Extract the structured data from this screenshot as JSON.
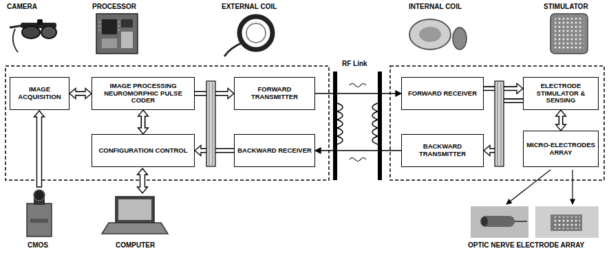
{
  "diagram": {
    "nodes": [
      {
        "text": [
          "IMAGE ACQUISITION"
        ]
      },
      {
        "text": [
          "IMAGE PROCESSING NEUROMORPHIC PULSE CODER"
        ]
      },
      {
        "text": [
          "FORWARD TRANSMITTER"
        ]
      },
      {
        "text": [
          "FORWARD RECEIVER"
        ]
      },
      {
        "text": [
          "ELECTRODE STIMULATOR & SENSING"
        ]
      },
      {
        "text": [
          "CONFIGURATION CONTROL"
        ]
      },
      {
        "text": [
          "BACKWARD RECEIVER"
        ]
      },
      {
        "text": [
          "BACKWARD TRANSMITTER"
        ]
      },
      {
        "text": [
          "MICRO-ELECTRODES ARRAY"
        ]
      }
    ],
    "edges": [
      {
        "from": 0,
        "to": 1,
        "arrow": "both"
      },
      {
        "from": 1,
        "to": 5,
        "arrow": "both"
      },
      {
        "from": 1,
        "to": 2,
        "arrow": "to"
      },
      {
        "from": 6,
        "to": 5,
        "arrow": "to"
      },
      {
        "from": 2,
        "to": 3,
        "arrow": "to"
      },
      {
        "from": 7,
        "to": 6,
        "arrow": "to"
      },
      {
        "from": 3,
        "to": 4,
        "arrow": "to"
      },
      {
        "from": 4,
        "to": 7,
        "arrow": "to"
      },
      {
        "from": 4,
        "to": 8,
        "arrow": "both"
      }
    ],
    "labels": [
      "CAMERA",
      "PROCESSOR",
      "EXTERNAL COIL",
      "INTERNAL COIL",
      "STIMULATOR",
      "RF Link",
      "CMOS",
      "COMPUTER",
      "OPTIC NERVE ELECTRODE ARRAY"
    ]
  }
}
